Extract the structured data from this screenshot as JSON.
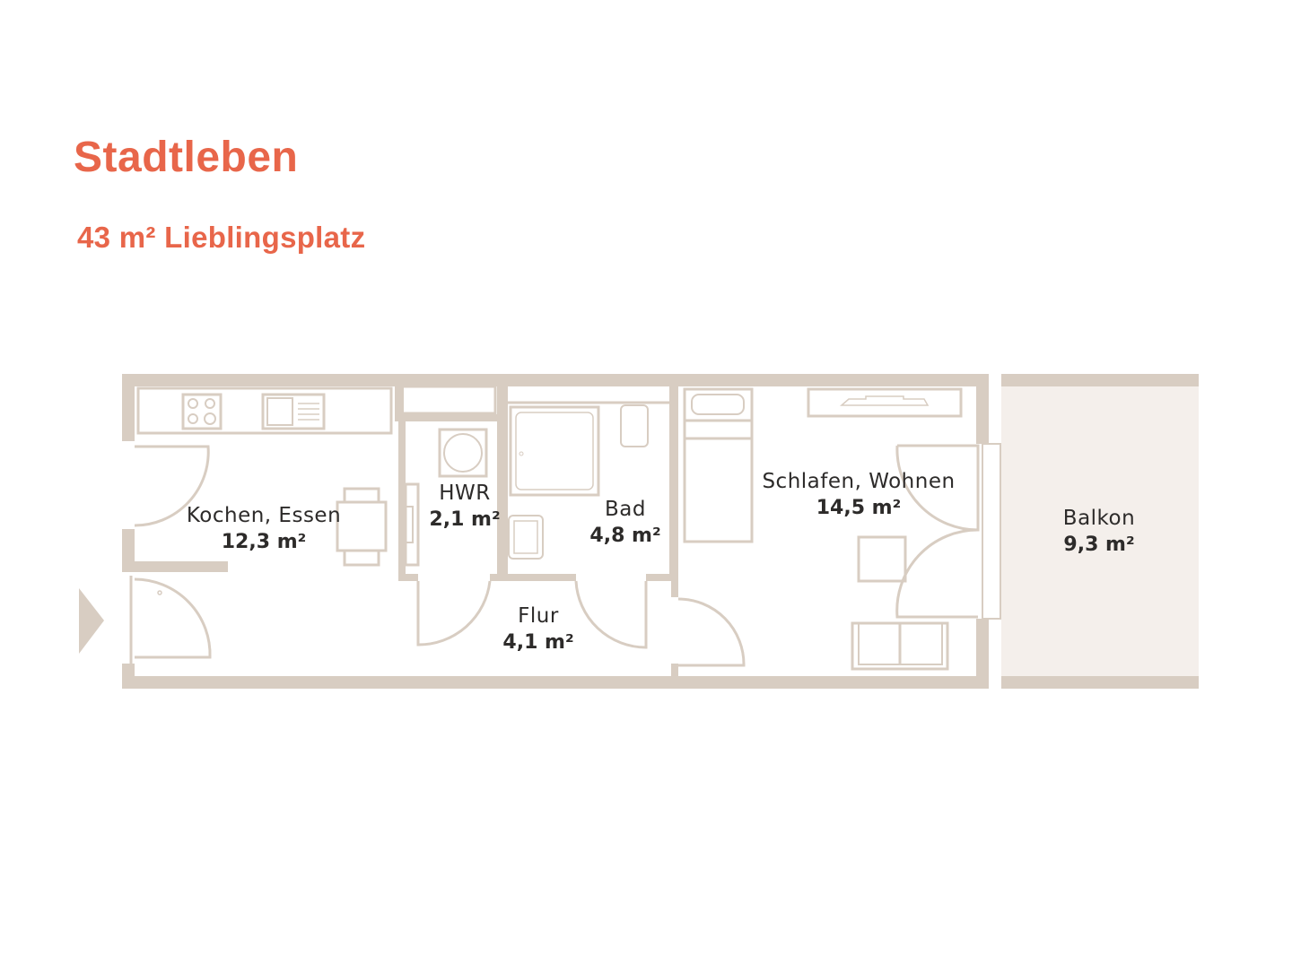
{
  "header": {
    "title": "Stadtleben",
    "subtitle": "43 m² Lieblingsplatz"
  },
  "colors": {
    "accent": "#e8664a",
    "wall": "#d8cdc2",
    "balcony_fill": "#f4efeb",
    "text": "#2d2b2a"
  },
  "rooms": [
    {
      "name": "Kochen, Essen",
      "area": "12,3 m²"
    },
    {
      "name": "HWR",
      "area": "2,1 m²"
    },
    {
      "name": "Bad",
      "area": "4,8 m²"
    },
    {
      "name": "Flur",
      "area": "4,1 m²"
    },
    {
      "name": "Schlafen, Wohnen",
      "area": "14,5 m²"
    },
    {
      "name": "Balkon",
      "area": "9,3 m²"
    }
  ],
  "entrance": {
    "icon": "entrance-arrow-icon"
  }
}
